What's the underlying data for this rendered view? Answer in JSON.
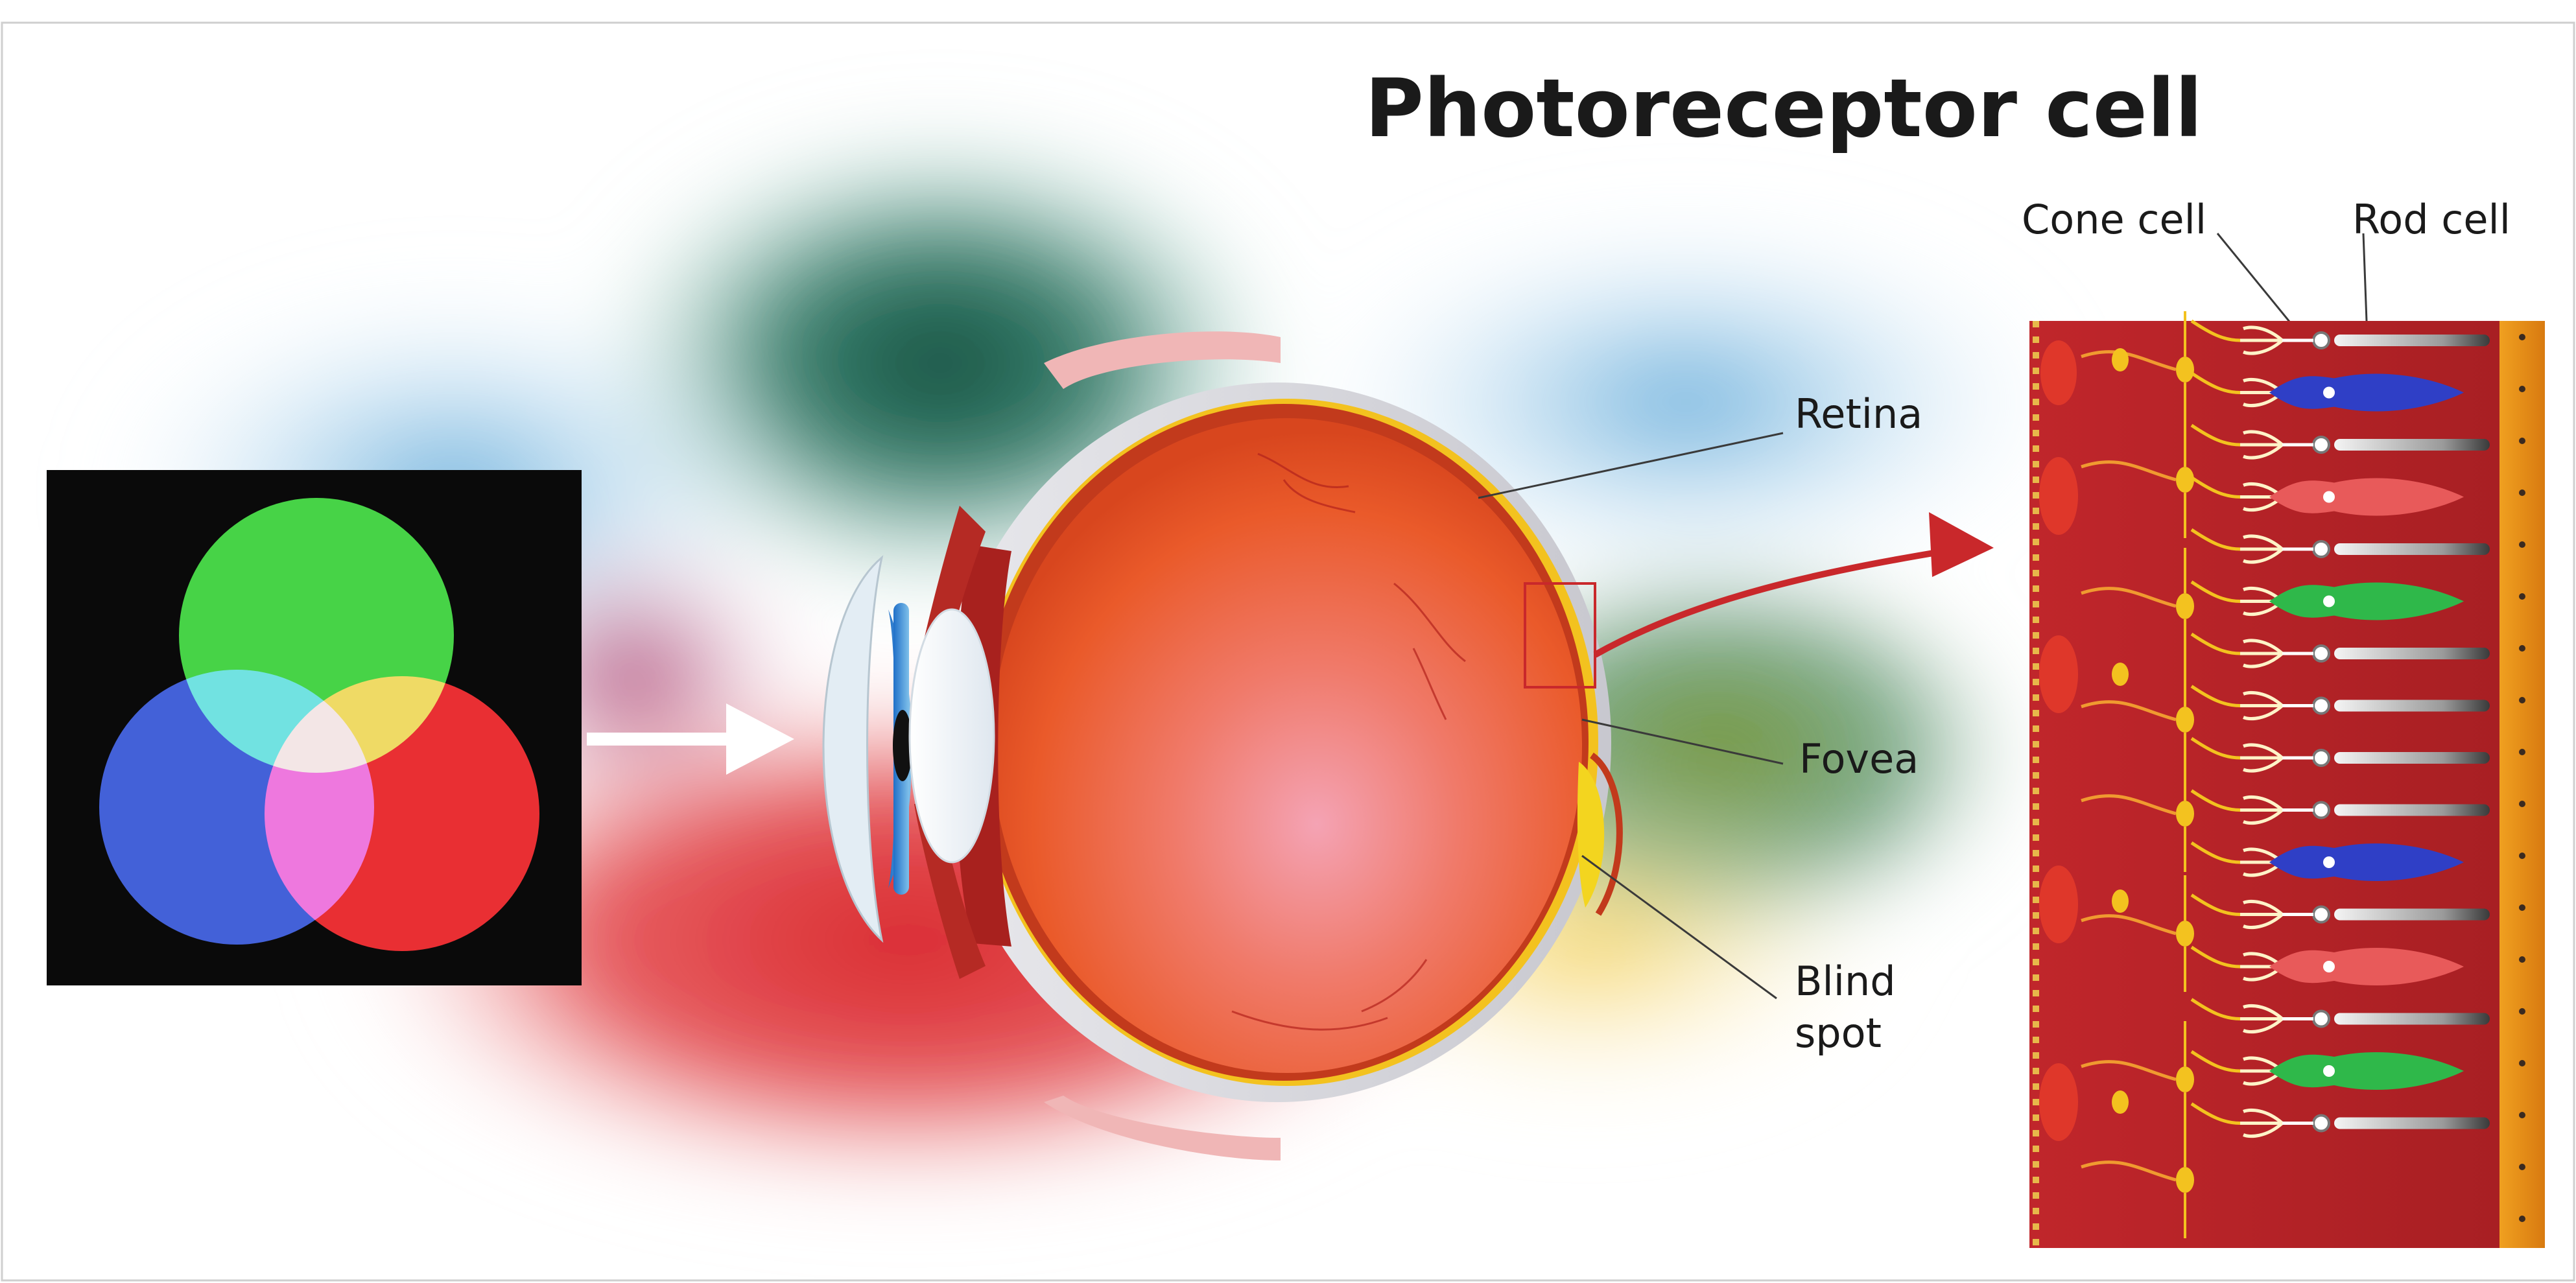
{
  "title": "Photoreceptor cell",
  "labels": {
    "cone_cell": "Cone cell",
    "rod_cell": "Rod cell",
    "retina": "Retina",
    "fovea": "Fovea",
    "blind_spot_line1": "Blind",
    "blind_spot_line2": "spot"
  },
  "colors": {
    "retina_panel": "#c0262b",
    "light_green": "#3fd13f",
    "light_blue": "#3b5bd6",
    "light_red": "#e8262b",
    "cone_blue": "#2f3fc6",
    "cone_red": "#e85a5a",
    "cone_green": "#2fb84a",
    "nerve_yellow": "#f3c21f",
    "arrow_red": "#c9282b",
    "arrow_white": "#ffffff"
  },
  "photoreceptors": [
    "rod",
    "cone-blue",
    "rod",
    "cone-red",
    "rod",
    "cone-green",
    "rod",
    "rod",
    "rod",
    "rod",
    "cone-blue",
    "rod",
    "cone-red",
    "rod",
    "cone-green",
    "rod"
  ]
}
